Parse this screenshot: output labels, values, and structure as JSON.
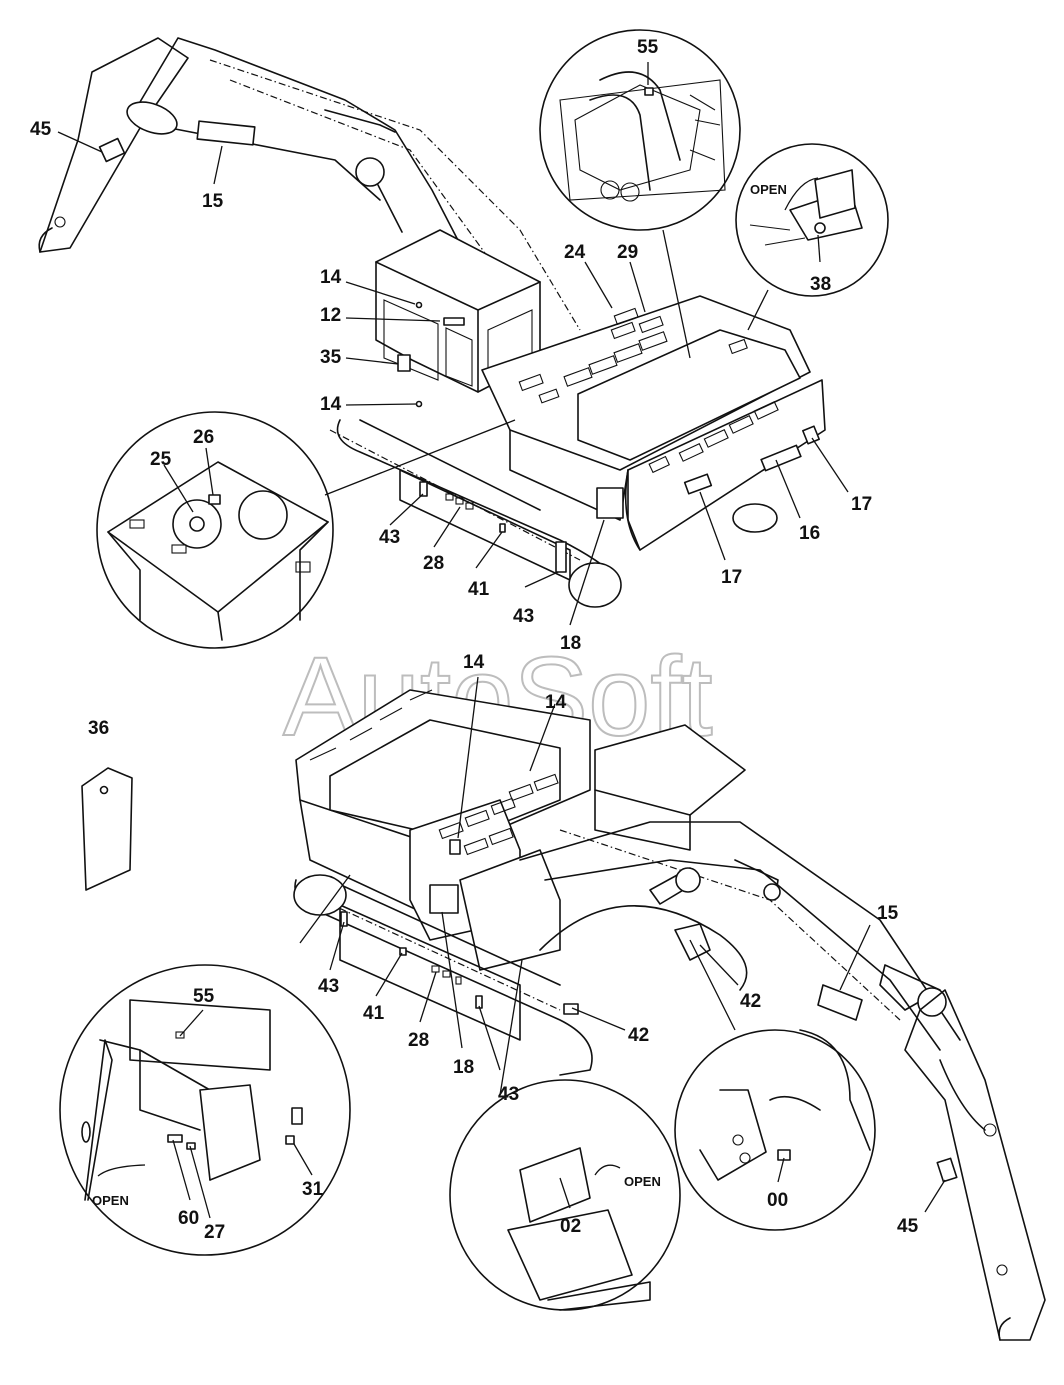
{
  "watermark": "AutoSoft",
  "open_labels": {
    "top_right_cover": "OPEN",
    "bottom_left_door": "OPEN",
    "bottom_center_box": "OPEN"
  },
  "labels_upper": {
    "l45": "45",
    "l15": "15",
    "l14a": "14",
    "l12": "12",
    "l35": "35",
    "l14b": "14",
    "l55": "55",
    "l24": "24",
    "l29": "29",
    "l38": "38",
    "l26": "26",
    "l25": "25",
    "l43a": "43",
    "l28": "28",
    "l41": "41",
    "l43b": "43",
    "l18": "18",
    "l17a": "17",
    "l16": "16",
    "l17b": "17"
  },
  "labels_lower": {
    "l36": "36",
    "l14c": "14",
    "l14d": "14",
    "l15": "15",
    "l43c": "43",
    "l41": "41",
    "l28": "28",
    "l18": "18",
    "l43d": "43",
    "l42a": "42",
    "l42b": "42",
    "l55": "55",
    "l31": "31",
    "l60": "60",
    "l27": "27",
    "l02": "02",
    "l00": "00",
    "l45": "45"
  }
}
